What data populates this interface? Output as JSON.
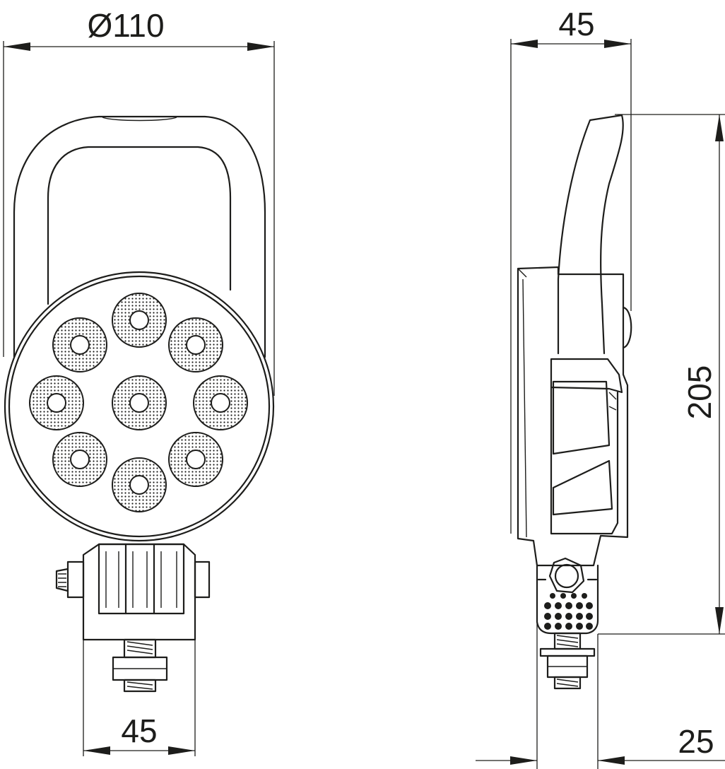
{
  "dimensions": {
    "front_diameter": "Ø110",
    "front_base_width": "45",
    "side_depth": "45",
    "side_height": "205",
    "side_bracket_offset": "25"
  }
}
